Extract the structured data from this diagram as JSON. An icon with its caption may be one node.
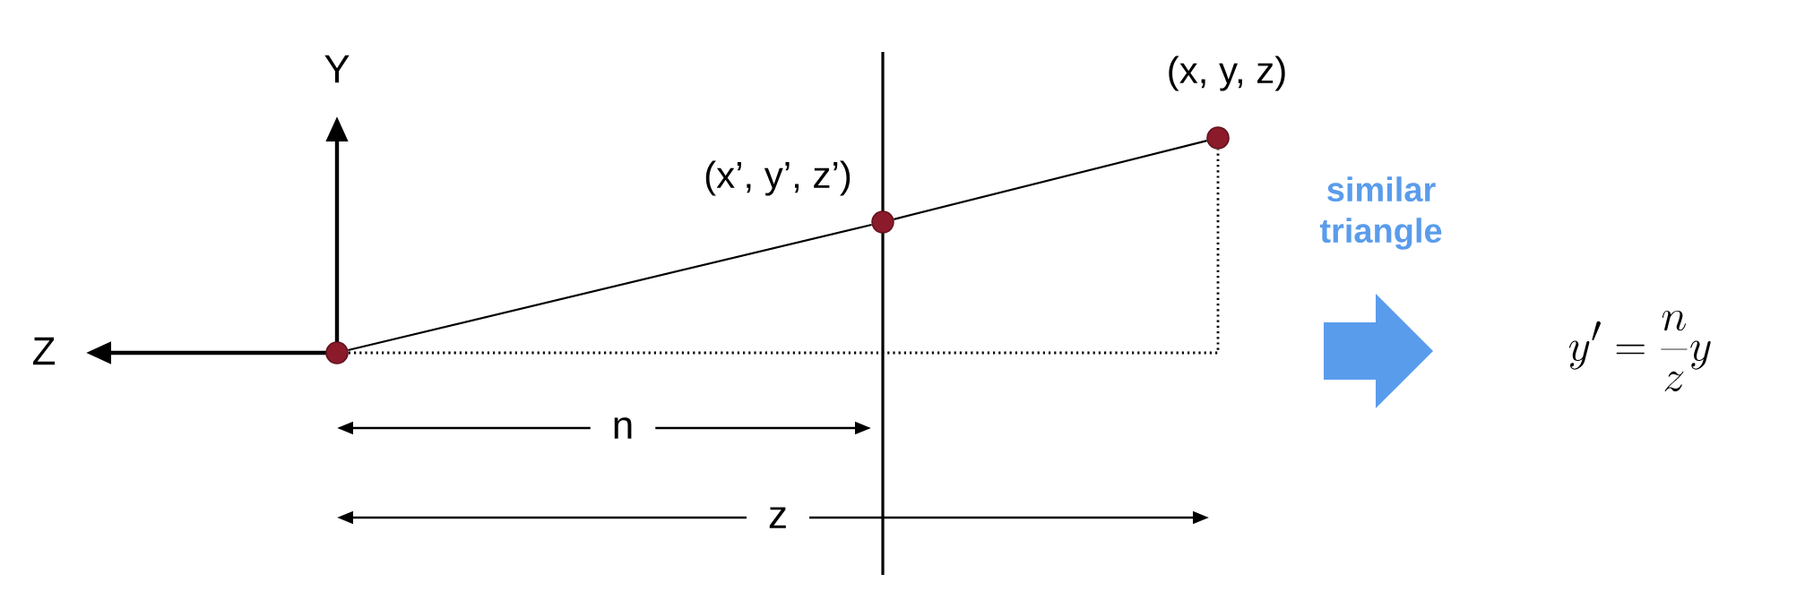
{
  "diagram": {
    "nodes": [
      {
        "text": [],
        "shape": "circle"
      },
      {
        "text": [],
        "shape": "circle",
        "beside": [
          "(x’, y’, z’)"
        ]
      },
      {
        "text": [],
        "shape": "circle",
        "beside": [
          "(x, y, z)"
        ]
      }
    ],
    "edges": [
      {
        "from": 0,
        "to": 1,
        "arrow": "none"
      },
      {
        "from": 1,
        "to": 2,
        "arrow": "none"
      },
      {
        "from": 0,
        "to": 2,
        "arrow": "none",
        "style": "dashed"
      }
    ],
    "labels": [
      "Y",
      "Z",
      "n",
      "z",
      "similar triangle",
      "y' = \\frac{n}{z}y"
    ]
  }
}
